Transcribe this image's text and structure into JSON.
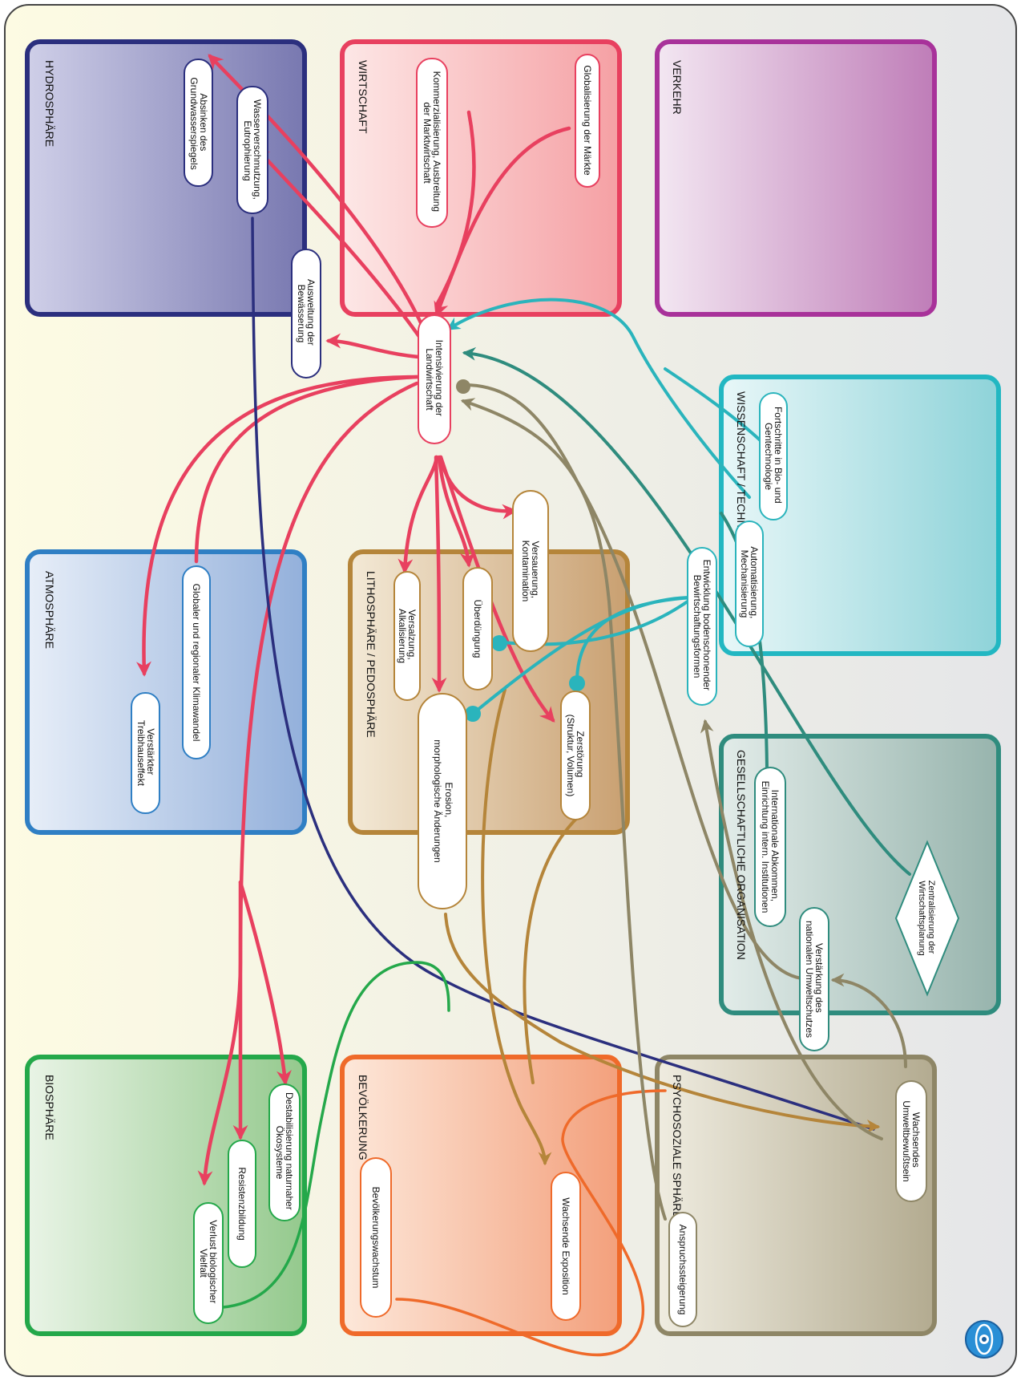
{
  "spheres": {
    "hydrosphaere": "HYDROSPHÄRE",
    "wirtschaft": "WIRTSCHAFT",
    "verkehr": "VERKEHR",
    "atmosphaere": "ATMOSPHÄRE",
    "lithosphaere": "LITHOSPHÄRE / PEDOSPHÄRE",
    "wissenschaft": "WISSENSCHAFT / TECHNIK",
    "gesellschaft": "GESELLSCHAFTLICHE ORGANISATION",
    "biosphaere": "BIOSPHÄRE",
    "bevoelkerung": "BEVÖLKERUNG",
    "psychosozial": "PSYCHOSOZIALE SPHÄRE"
  },
  "nodes": {
    "grundwasser": [
      "Absinken des",
      "Grundwasserspiegels"
    ],
    "wasserverschmutzung": [
      "Wasserverschmutzung,",
      "Eutrophierung"
    ],
    "bewaesserung": [
      "Ausweitung der",
      "Bewässerung"
    ],
    "kommerzialisierung": [
      "Kommerzialisierung, Ausbreitung",
      "der Marktwirtschaft"
    ],
    "globalisierung": [
      "Globalisierung der Märkte"
    ],
    "intensivierung": [
      "Intensivierung der",
      "Landwirtschaft"
    ],
    "treibhaus": [
      "Verstärkter",
      "Treibhauseffekt"
    ],
    "klimawandel": [
      "Globaler und regionaler Klimawandel"
    ],
    "versalzung": [
      "Versalzung,",
      "Alkalisierung"
    ],
    "ueberduengung": [
      "Überdüngung"
    ],
    "versauerung": [
      "Versauerung,",
      "Kontamination"
    ],
    "erosion": [
      "Erosion,",
      "morphologische  Änderungen"
    ],
    "zerstoerung": [
      "Zerstörung",
      "(Struktur, Volumen)"
    ],
    "bodenschonend": [
      "Entwicklung bodenschonender",
      "Bewirtschaftungsformen"
    ],
    "automatisierung": [
      "Automatisierung,",
      "Mechanisierung"
    ],
    "fortschritte": [
      "Fortschritte in Bio- und",
      "Gentechnologie"
    ],
    "abkommen": [
      "Internationale Abkommen,",
      "Einrichtung intern. Institutionen"
    ],
    "umweltschutz": [
      "Verstärkung des",
      "nationalen Umweltschutzes"
    ],
    "zentralisierung": [
      "Zentralisierung der",
      "Wirtschaftsplanung"
    ],
    "biovielfalt": [
      "Verlust biologischer",
      "Vielfalt"
    ],
    "resistenz": [
      "Resistenzbildung"
    ],
    "destabilisierung": [
      "Destabilisierung naturnaher",
      "Ökosysteme"
    ],
    "bevwachstum": [
      "Bevölkerungswachstum"
    ],
    "exposition": [
      "Wachsende Exposition"
    ],
    "anspruch": [
      "Anspruchssteigerung"
    ],
    "umweltbewusstsein": [
      "Wachsendes",
      "Umweltbewußtsein"
    ]
  },
  "colors": {
    "hydro": "#2b2f7e",
    "wirtschaft": "#e8405f",
    "verkehr": "#a8329a",
    "atmo": "#2f7fc4",
    "litho": "#b5853a",
    "wiss": "#22b7c2",
    "gesell": "#2f8c7e",
    "bio": "#24a84a",
    "bev": "#ef6a2a",
    "psycho": "#8e8666",
    "arrow_agri": "#e8405f",
    "arrow_tech": "#2ab4bc",
    "arrow_gesell": "#2f8c7e",
    "arrow_psycho": "#8e8666",
    "arrow_soil": "#b5853a"
  },
  "logo": "logo-icon"
}
